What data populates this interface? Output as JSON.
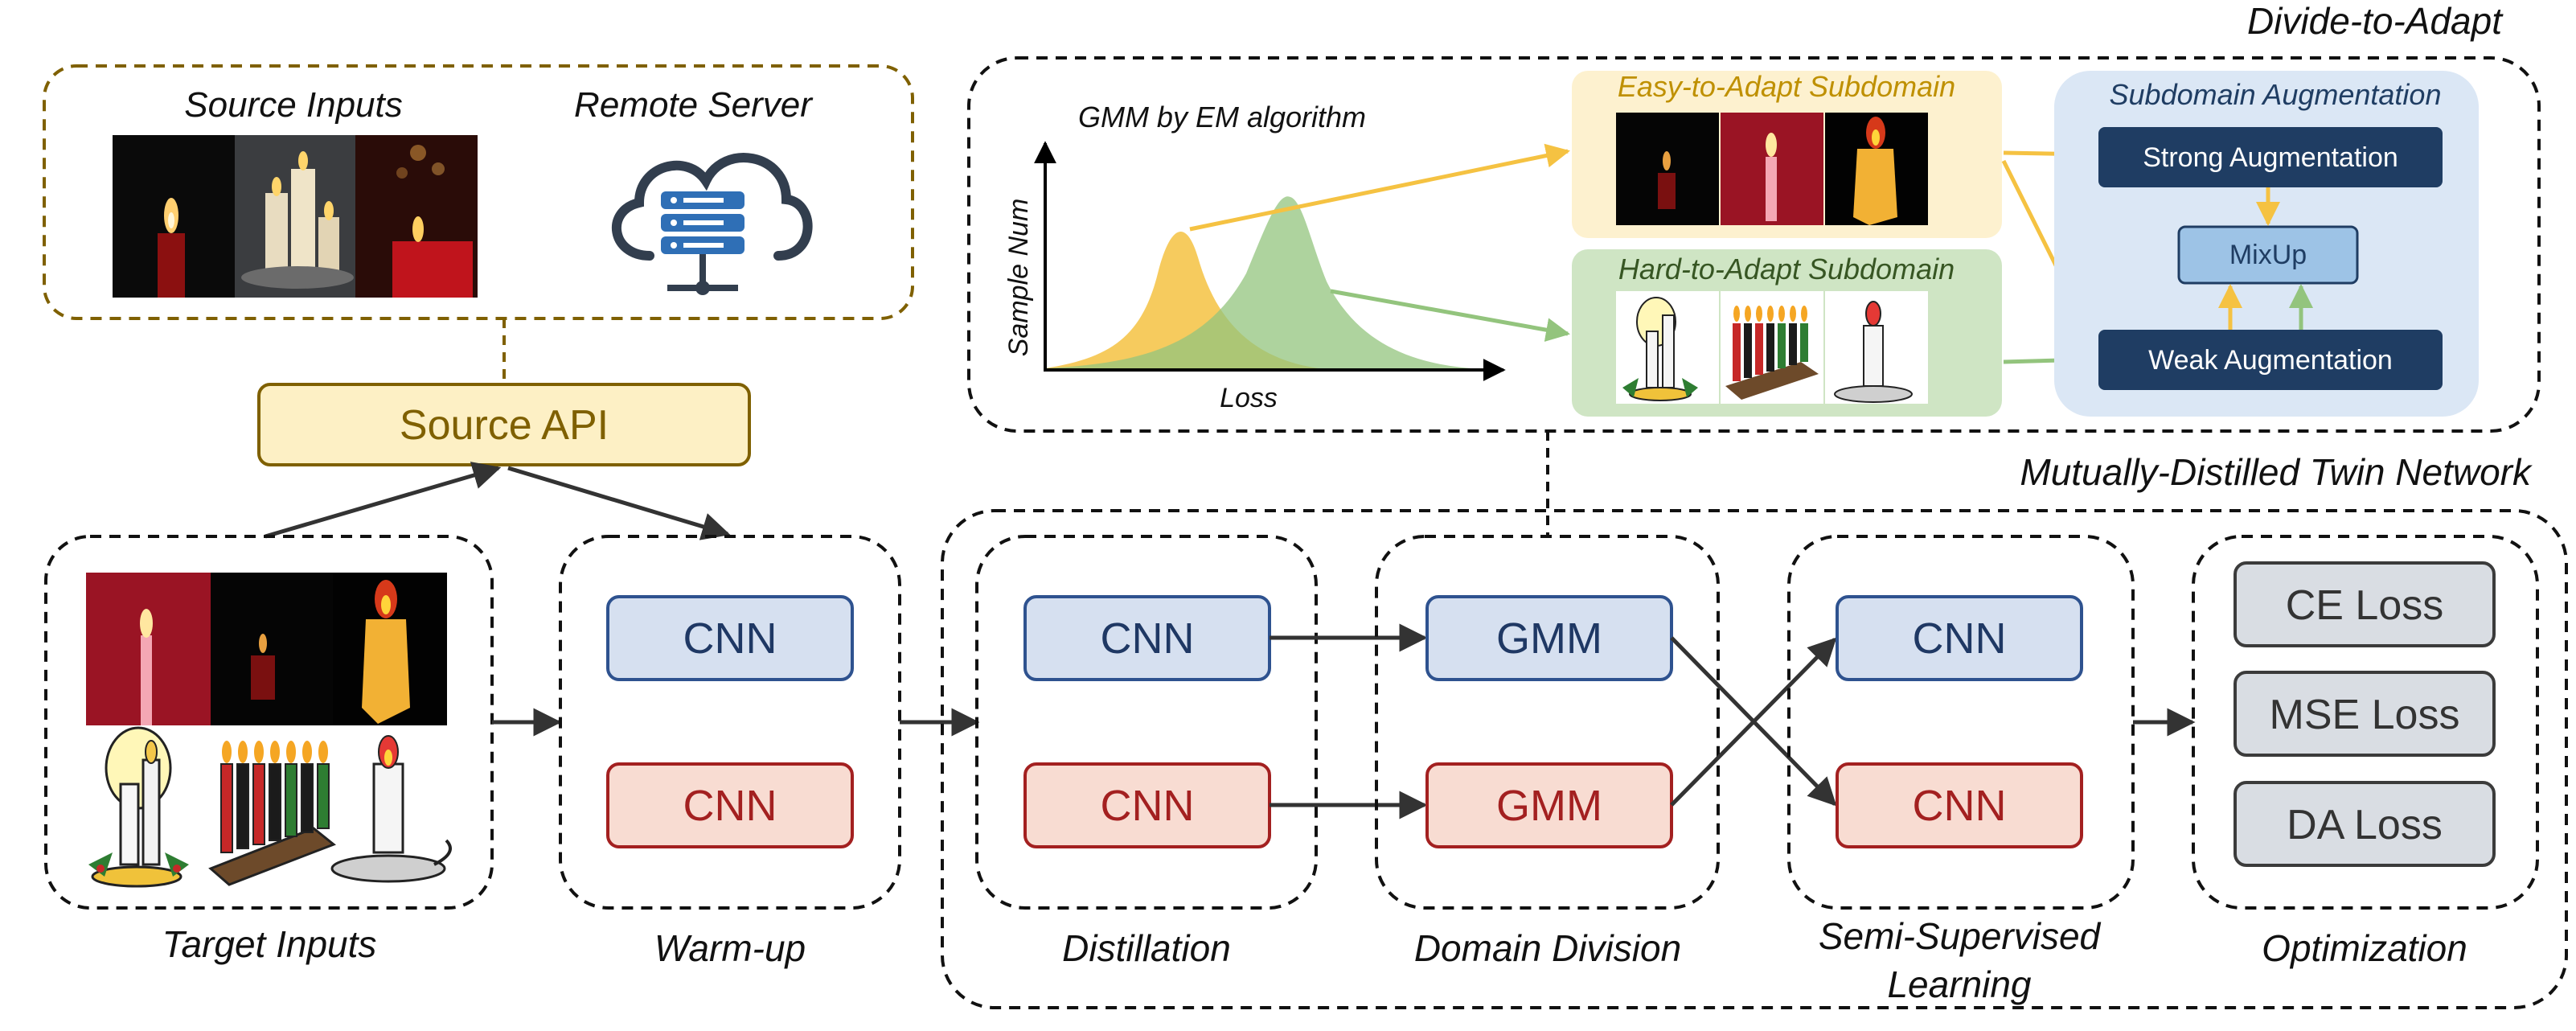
{
  "section_titles": {
    "divide_to_adapt": "Divide-to-Adapt",
    "mutually_distilled": "Mutually-Distilled Twin Network"
  },
  "source_panel": {
    "source_inputs": "Source Inputs",
    "remote_server": "Remote Server"
  },
  "source_api": "Source API",
  "gmm_plot": {
    "title": "GMM by EM algorithm",
    "ylabel": "Sample Num",
    "xlabel": "Loss"
  },
  "easy_subdomain": "Easy-to-Adapt Subdomain",
  "hard_subdomain": "Hard-to-Adapt Subdomain",
  "augmentation": {
    "title": "Subdomain Augmentation",
    "strong": "Strong Augmentation",
    "mixup": "MixUp",
    "weak": "Weak Augmentation"
  },
  "warmup": {
    "cnn_top": "CNN",
    "cnn_bottom": "CNN"
  },
  "distillation": {
    "cnn_top": "CNN",
    "cnn_bottom": "CNN"
  },
  "domain_division": {
    "gmm_top": "GMM",
    "gmm_bottom": "GMM"
  },
  "semi_supervised": {
    "cnn_top": "CNN",
    "cnn_bottom": "CNN"
  },
  "losses": {
    "ce": "CE Loss",
    "mse": "MSE Loss",
    "da": "DA Loss"
  },
  "stage_labels": {
    "target_inputs": "Target Inputs",
    "warmup": "Warm-up",
    "distillation": "Distillation",
    "domain_division": "Domain Division",
    "ssl_line1": "Semi-Supervised",
    "ssl_line2": "Learning",
    "optimization": "Optimization"
  },
  "colors": {
    "blue_fill": "#d6e0f0",
    "blue_stroke": "#2e528f",
    "red_fill": "#f8dcd2",
    "red_stroke": "#a32020",
    "api_fill": "#fdf0c5",
    "api_stroke": "#7f6000",
    "easy_bg": "#fdf1cf",
    "easy_text": "#bf9000",
    "hard_bg": "#cfe5c4",
    "hard_text": "#375623",
    "aug_bg": "#dbe7f5",
    "aug_dark": "#1f3d63",
    "mixup_fill": "#9dc3e6",
    "loss_fill": "#d9dde3",
    "loss_stroke": "#3b3b3b",
    "curve_yellow": "#f5c242",
    "curve_green": "#93c47d"
  },
  "icons": [
    "candle-icon",
    "cloud-server-icon",
    "kinara-icon"
  ]
}
